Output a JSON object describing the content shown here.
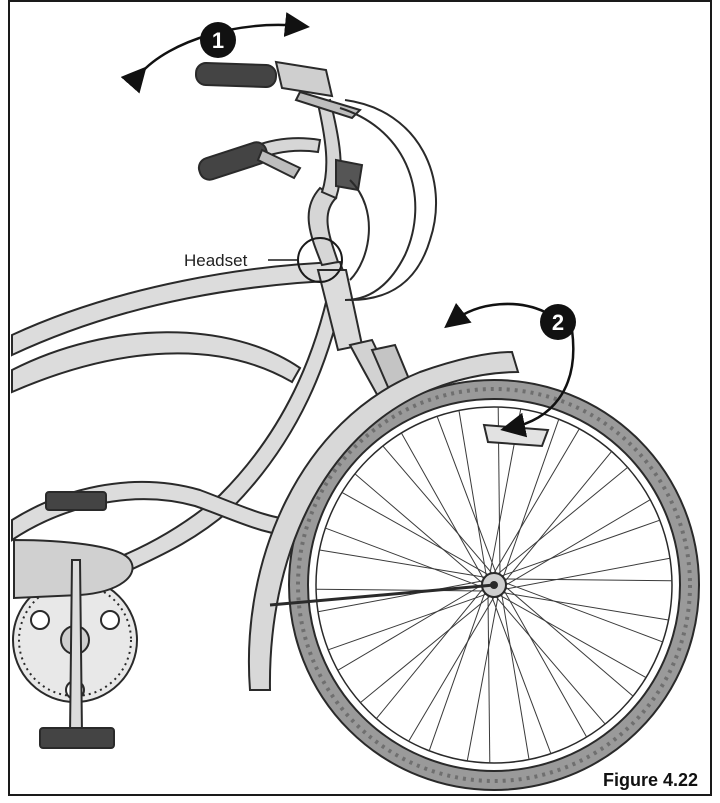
{
  "figure": {
    "caption": "Figure 4.22",
    "callouts": [
      {
        "number": "1"
      },
      {
        "number": "2"
      }
    ],
    "labels": {
      "headset": "Headset"
    }
  },
  "colors": {
    "outline": "#2a2a2a",
    "frame_fill": "#dcdcdc",
    "tire_fill": "#9a9a9a",
    "callout_fill": "#111111"
  },
  "icons": [
    "curved-double-arrow-icon",
    "curved-arrow-icon"
  ]
}
